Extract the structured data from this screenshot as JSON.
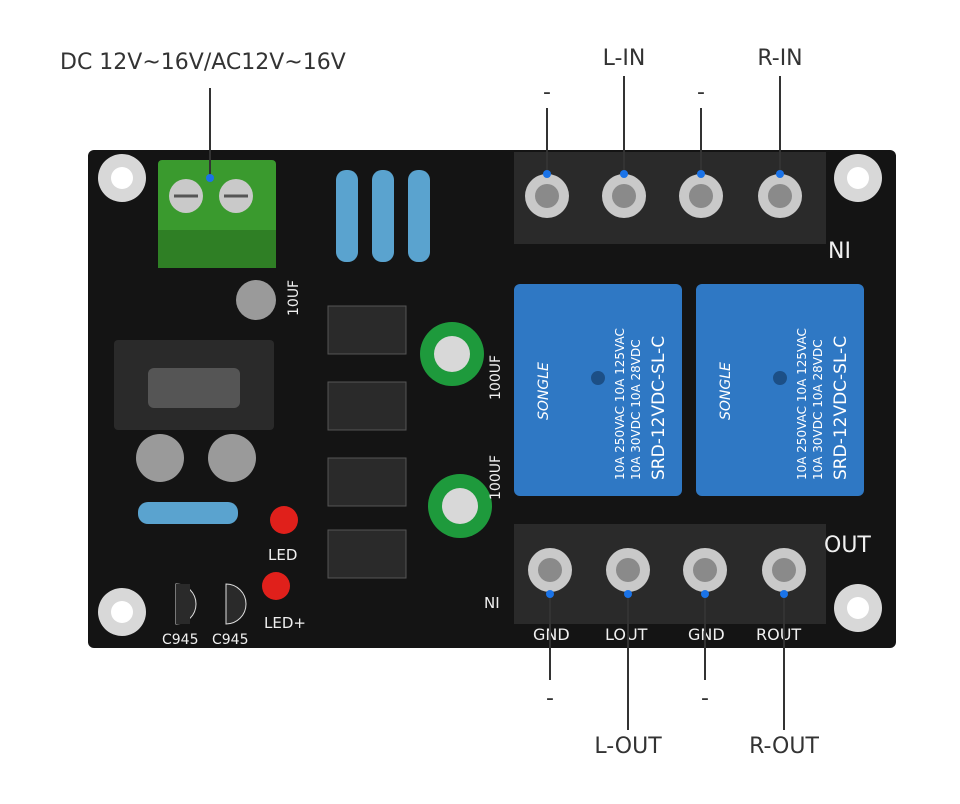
{
  "callouts": {
    "power": "DC 12V~16V/AC12V~16V",
    "l_in": "L-IN",
    "r_in": "R-IN",
    "minus_top_1": "-",
    "minus_top_2": "-",
    "minus_bottom_1": "-",
    "minus_bottom_2": "-",
    "l_out": "L-OUT",
    "r_out": "R-OUT"
  },
  "silkscreen": {
    "ni_top": "NI",
    "out": "OUT",
    "ni_bottom": "NI",
    "gnd_1": "GND",
    "lout": "LOUT",
    "gnd_2": "GND",
    "rout": "ROUT",
    "led": "LED",
    "led_plus": "LED+",
    "c945_1": "C945",
    "c945_2": "C945",
    "cap_10uf": "10UF",
    "cap_100uf_1": "100UF",
    "cap_100uf_2": "100UF"
  },
  "relays": [
    {
      "brand": "SONGLE",
      "model": "SRD-12VDC-SL-C",
      "rating_1": "10A 250VAC 10A 125VAC",
      "rating_2": "10A 30VDC 10A 28VDC"
    },
    {
      "brand": "SONGLE",
      "model": "SRD-12VDC-SL-C",
      "rating_1": "10A 250VAC 10A 125VAC",
      "rating_2": "10A 30VDC 10A 28VDC"
    }
  ],
  "colors": {
    "pcb": "#141414",
    "relay": "#2f78c4",
    "terminal_green": "#3a9a2e",
    "callout_dot": "#1a73e8",
    "callout_line": "#333333"
  }
}
